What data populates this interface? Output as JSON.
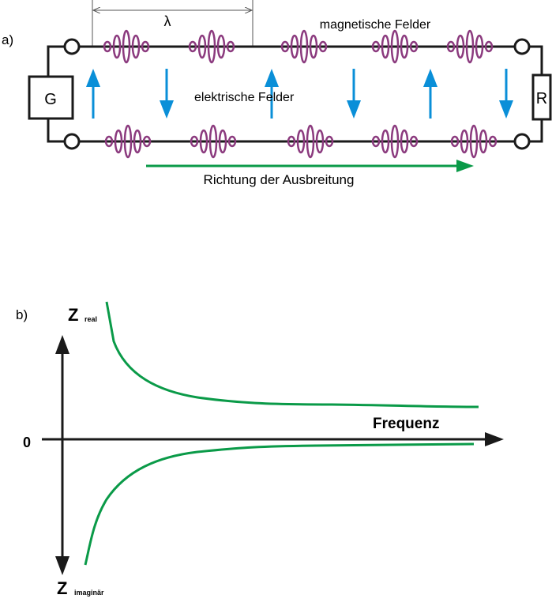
{
  "panel_a": {
    "label": "a)",
    "generator": "G",
    "resistor": "R",
    "wavelength": "λ",
    "magnetic_label": "magnetische Felder",
    "electric_label": "elektrische Felder",
    "direction_label": "Richtung der Ausbreitung",
    "colors": {
      "coil": "#8b3a7e",
      "field_arrow": "#0a8fd8",
      "direction_arrow": "#0a9a48",
      "line": "#1a1a1a"
    }
  },
  "panel_b": {
    "label": "b)",
    "y_top_label": "Z",
    "y_top_sub": "real",
    "y_bottom_label": "Z",
    "y_bottom_sub": "imaginär",
    "origin_label": "0",
    "x_label": "Frequenz",
    "colors": {
      "curve": "#0a9a48",
      "axis": "#1a1a1a"
    }
  }
}
